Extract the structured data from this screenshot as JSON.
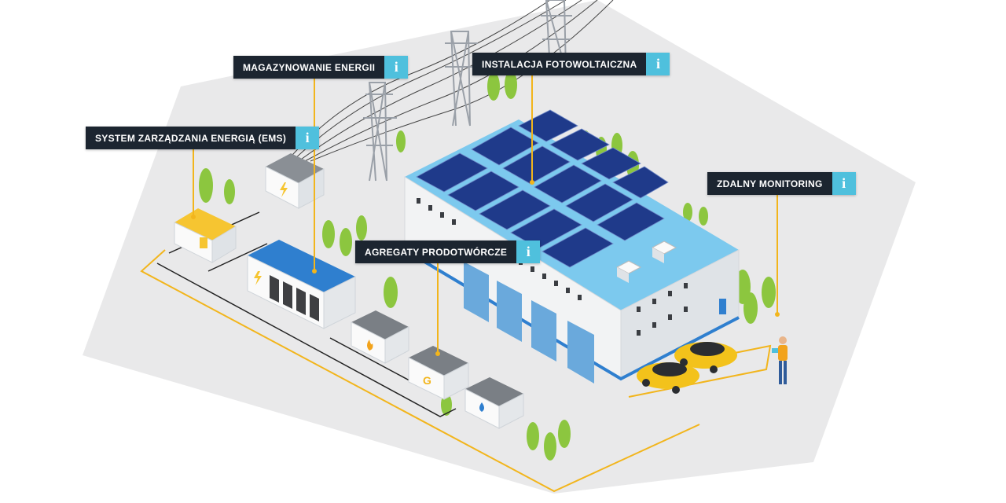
{
  "callouts": {
    "magazynowanie": {
      "label": "MAGAZYNOWANIE ENERGII",
      "icon": "info-icon"
    },
    "fotowoltaika": {
      "label": "INSTALACJA FOTOWOLTAICZNA",
      "icon": "info-icon"
    },
    "ems": {
      "label": "SYSTEM ZARZĄDZANIA ENERGIĄ (EMS)",
      "icon": "info-icon"
    },
    "monitoring": {
      "label": "ZDALNY MONITORING",
      "icon": "info-icon"
    },
    "agregaty": {
      "label": "AGREGATY PRODOTWÓRCZE",
      "icon": "info-icon"
    }
  },
  "info_glyph": "i",
  "container_icons": {
    "battery_storage": "lightning-icon",
    "transformer": "lightning-icon",
    "gas_generator": "flame-icon",
    "generator_g": "letter-g",
    "water_unit": "water-drop-icon"
  },
  "generator_letter": "G",
  "colors": {
    "label_bg": "#1c2530",
    "info_bg": "#4fc0dd",
    "leader": "#f2b51c",
    "ground": "#e9e9ea",
    "roof": "#7cc9ee",
    "solar_panel": "#1f3a8a",
    "car": "#f3c21b"
  }
}
